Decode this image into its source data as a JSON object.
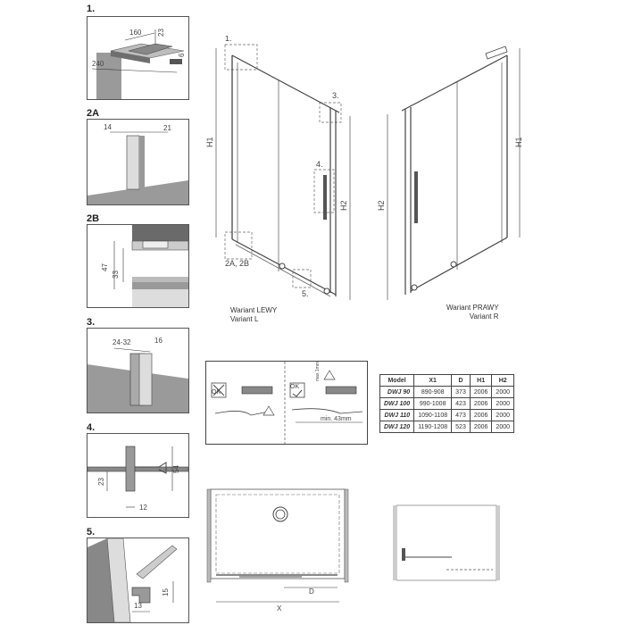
{
  "sections": {
    "s1": "1.",
    "s2a": "2A",
    "s2b": "2B",
    "s3": "3.",
    "s4": "4.",
    "s5": "5."
  },
  "detail1": {
    "d160": "160",
    "d23": "23",
    "d240": "240",
    "d6": "6"
  },
  "detail2a": {
    "d14": "14",
    "d21": "21"
  },
  "detail2b": {
    "d47": "47",
    "d33": "33"
  },
  "detail3": {
    "d2432": "24-32",
    "d16": "16"
  },
  "detail4": {
    "d54": "54",
    "d23": "23",
    "d12": "12"
  },
  "detail5": {
    "d15": "15",
    "d13": "13"
  },
  "left_view": {
    "callout1": "1.",
    "callout3": "3.",
    "callout4": "4.",
    "callout2": "2A, 2B",
    "callout5": "5.",
    "h1": "H1",
    "h2": "H2",
    "variant_line1": "Wariant LEWY",
    "variant_line2": "Variant L"
  },
  "right_view": {
    "h1": "H1",
    "h2": "H2",
    "variant_line1": "Wariant PRAWY",
    "variant_line2": "Variant R"
  },
  "install_box": {
    "ok_left": "OK",
    "ok_right": "OK",
    "max": "max 1mm",
    "min": "min. 43mm"
  },
  "table": {
    "headers": [
      "Model",
      "X1",
      "D",
      "H1",
      "H2"
    ],
    "rows": [
      [
        "DWJ 90",
        "890-908",
        "373",
        "2006",
        "2000"
      ],
      [
        "DWJ 100",
        "990-1008",
        "423",
        "2006",
        "2000"
      ],
      [
        "DWJ 110",
        "1090-1108",
        "473",
        "2006",
        "2000"
      ],
      [
        "DWJ 120",
        "1190-1208",
        "523",
        "2006",
        "2000"
      ]
    ]
  },
  "plan": {
    "d": "D",
    "x": "X"
  }
}
